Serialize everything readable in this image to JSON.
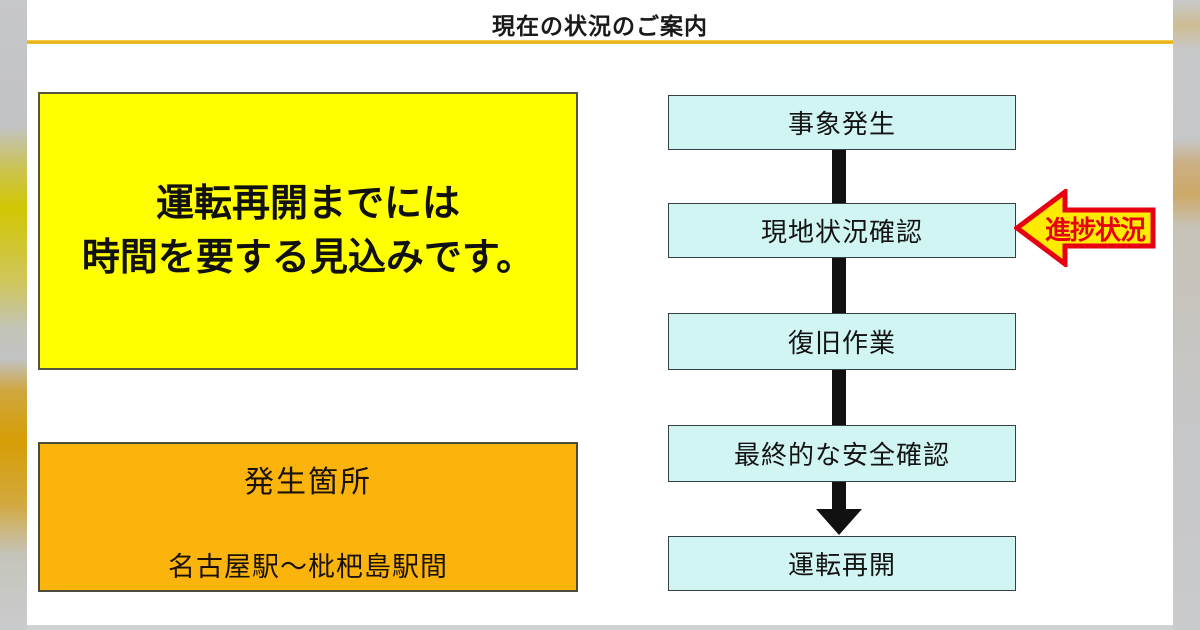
{
  "title": "現在の状況のご案内",
  "notice": {
    "line1": "運転再開までには",
    "line2": "時間を要する見込みです。"
  },
  "location": {
    "heading": "発生箇所",
    "value": "名古屋駅～枇杷島駅間"
  },
  "flowchart": {
    "steps": [
      {
        "label": "事象発生"
      },
      {
        "label": "現地状況確認",
        "current": true
      },
      {
        "label": "復旧作業"
      },
      {
        "label": "最終的な安全確認"
      },
      {
        "label": "運転再開"
      }
    ],
    "progress_marker": "進捗状況"
  },
  "colors": {
    "notice_bg": "#FFFF00",
    "location_bg": "#FBB40C",
    "step_bg": "#D0F5F2",
    "title_rule": "#E6AB00",
    "connector": "#111111",
    "progress_arrow_fill": "#FFEB00",
    "progress_arrow_stroke": "#E60012"
  }
}
